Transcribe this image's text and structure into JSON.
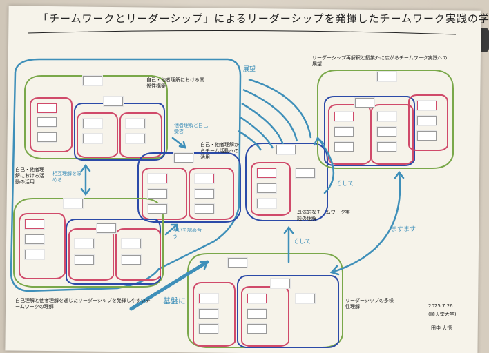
{
  "title": "「チームワークとリーダーシップ」によるリーダーシップを発揮したチームワーク実践の学び",
  "labels": {
    "top_left_group": "自己・他者理解における関係性構築",
    "mid_relation": "他者理解と自己受容",
    "self_other": "自己・他者理解からチーム活動への活用",
    "left_side": "自己・他者理解における活動の活用",
    "arrow_left_mid": "相互理解を深める",
    "arrow_bottom_left": "互いを認め合う",
    "top_arrow": "展望",
    "top_right": "リーダーシップ再解釈と授業外に広がるチームワーク実践への展望",
    "center_bottom": "具体的なチームワーク実践の理解",
    "soshite_1": "そして",
    "soshite_2": "そして",
    "masumasu": "ますます",
    "kiban": "基盤に",
    "bottom_left": "自己理解と他者理解を通じたリーダーシップを発揮しやすいチームワークの理解",
    "bottom_right": "リーダーシップの多様性理解",
    "signature_date": "2025.7.26",
    "signature_org": "(順天堂大学)",
    "signature_name": "田中 大悟"
  },
  "colors": {
    "paper": "#f6f3ea",
    "blue_marker": "#3e8fb9",
    "green_marker": "#7aa84a",
    "navy_marker": "#2b4aa8",
    "red_marker": "#d04a6a",
    "ink": "#222222"
  }
}
